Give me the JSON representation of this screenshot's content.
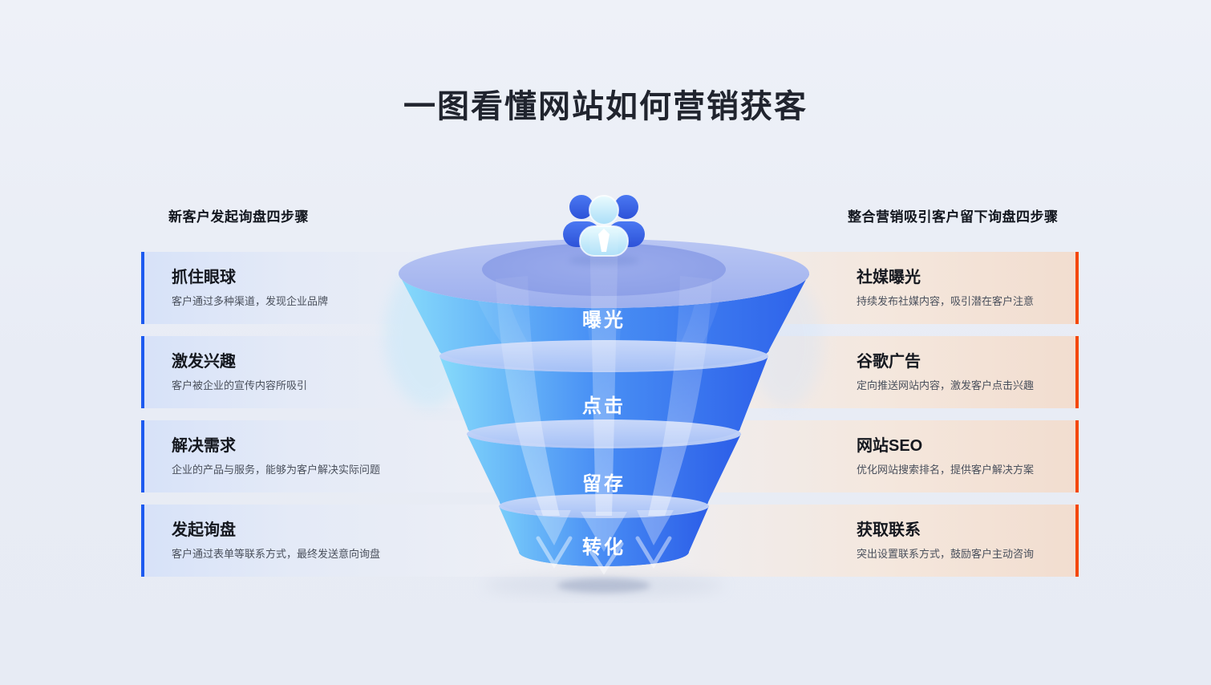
{
  "title": "一图看懂网站如何营销获客",
  "left_section": {
    "header": "新客户发起询盘四步骤",
    "items": [
      {
        "title": "抓住眼球",
        "desc": "客户通过多种渠道，发现企业品牌"
      },
      {
        "title": "激发兴趣",
        "desc": "客户被企业的宣传内容所吸引"
      },
      {
        "title": "解决需求",
        "desc": "企业的产品与服务，能够为客户解决实际问题"
      },
      {
        "title": "发起询盘",
        "desc": "客户通过表单等联系方式，最终发送意向询盘"
      }
    ]
  },
  "right_section": {
    "header": "整合营销吸引客户留下询盘四步骤",
    "items": [
      {
        "title": "社媒曝光",
        "desc": "持续发布社媒内容，吸引潜在客户注意"
      },
      {
        "title": "谷歌广告",
        "desc": "定向推送网站内容，激发客户点击兴趣"
      },
      {
        "title": "网站SEO",
        "desc": "优化网站搜索排名，提供客户解决方案"
      },
      {
        "title": "获取联系",
        "desc": "突出设置联系方式，鼓励客户主动咨询"
      }
    ]
  },
  "funnel": {
    "icon": "customer-group-icon",
    "stages": [
      {
        "label": "曝光"
      },
      {
        "label": "点击"
      },
      {
        "label": "留存"
      },
      {
        "label": "转化"
      }
    ]
  },
  "colors": {
    "accent_blue": "#1d5af0",
    "accent_orange": "#f4470a",
    "funnel_light": "#82d8fb",
    "funnel_mid": "#4b93f5",
    "funnel_dark": "#2f63ea",
    "rim": "#aab9ef",
    "background": "#e9edf5"
  }
}
